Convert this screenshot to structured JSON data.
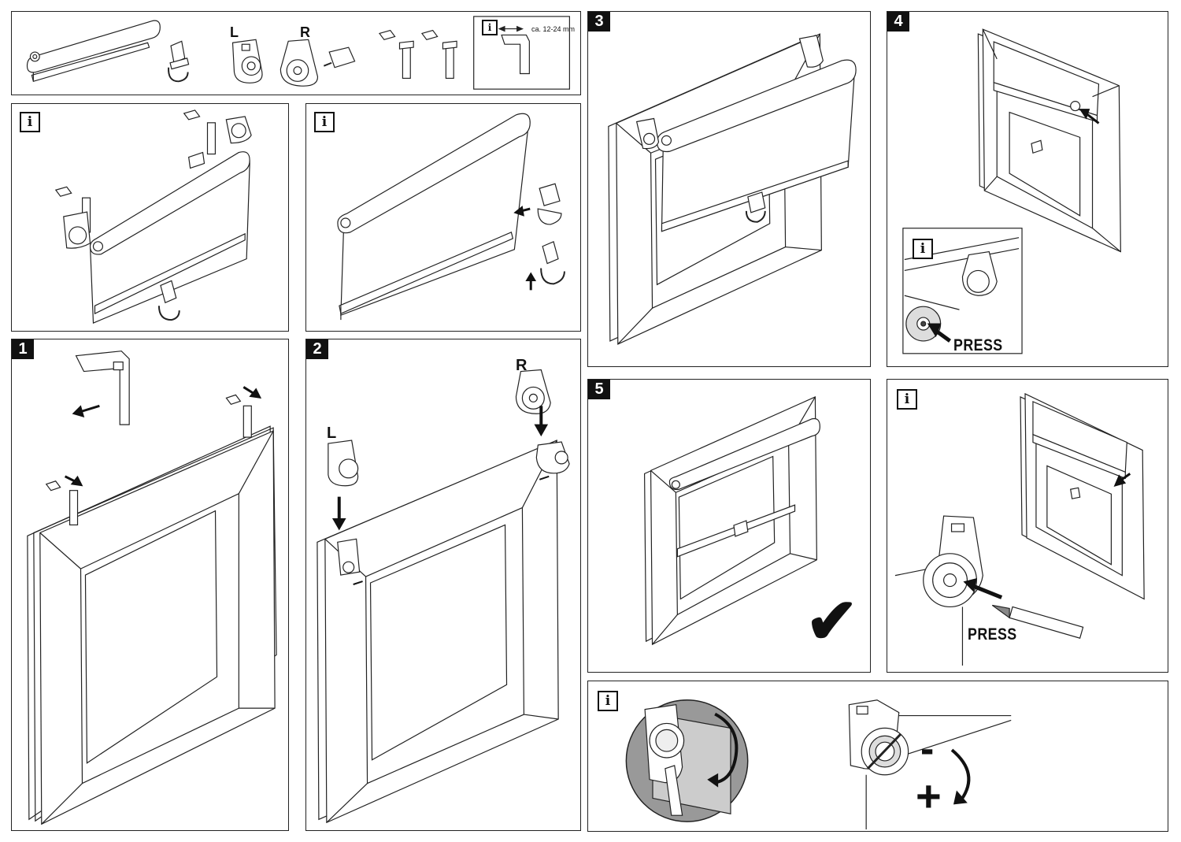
{
  "panels": {
    "top": {
      "left_label": "L",
      "right_label": "R",
      "info": "i",
      "measure_text": "ca. 12-24 mm"
    },
    "info_a": {
      "info": "i"
    },
    "info_b": {
      "info": "i"
    },
    "step1": {
      "number": "1"
    },
    "step2": {
      "number": "2",
      "left_label": "L",
      "right_label": "R"
    },
    "step3": {
      "number": "3"
    },
    "step4": {
      "number": "4",
      "info": "i",
      "press": "PRESS"
    },
    "step5": {
      "number": "5",
      "check": "✔"
    },
    "info_c": {
      "info": "i",
      "press": "PRESS"
    },
    "info_d": {
      "info": "i",
      "minus": "-",
      "plus": "+"
    }
  }
}
